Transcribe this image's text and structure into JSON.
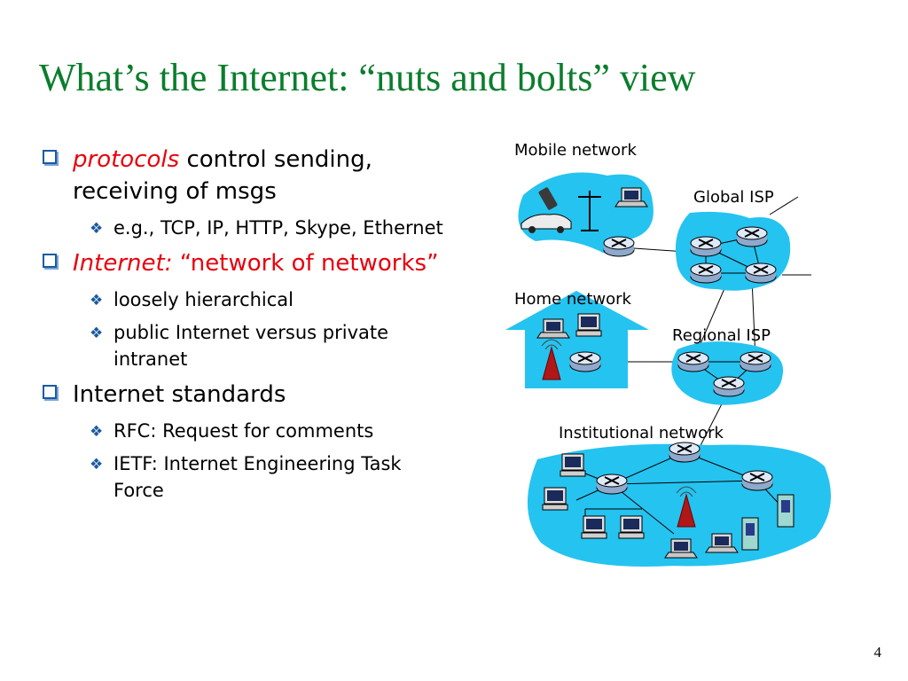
{
  "title": "What’s the Internet: “nuts and bolts” view",
  "bullets": {
    "b1": {
      "em": "protocols",
      "rest": " control sending, receiving of msgs"
    },
    "b1_sub1": "e.g., TCP, IP, HTTP, Skype, Ethernet",
    "b2": {
      "em": "Internet:",
      "rest": " “network of networks”"
    },
    "b2_sub1": "loosely hierarchical",
    "b2_sub2": "public Internet versus private intranet",
    "b3": "Internet standards",
    "b3_sub1": "RFC: Request for comments",
    "b3_sub2": "IETF: Internet Engineering Task Force"
  },
  "diagram": {
    "mobile_label": "Mobile network",
    "global_label": "Global ISP",
    "home_label": "Home network",
    "regional_label": "Regional ISP",
    "institutional_label": "Institutional network"
  },
  "page_number": "4",
  "colors": {
    "title": "#0b7d2c",
    "emphasis": "#e8000b",
    "bullet_marker": "#1a5aa0",
    "network_fill": "#25c3f0",
    "router": "#c8d8f0"
  }
}
